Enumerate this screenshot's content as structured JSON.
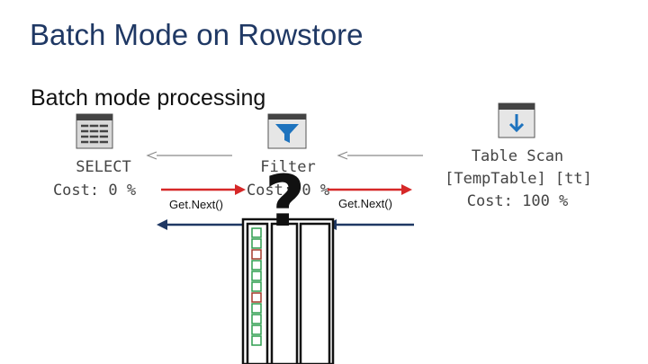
{
  "slide": {
    "title": "Batch Mode on Rowstore",
    "subtitle": "Batch mode processing"
  },
  "operators": {
    "select": {
      "name": "SELECT",
      "cost": "Cost: 0 %",
      "icon": "table-grid-icon"
    },
    "filter": {
      "name": "Filter",
      "cost": "Cost: 0 %",
      "icon": "funnel-icon"
    },
    "table_scan": {
      "name": "Table Scan",
      "object": "[TempTable] [tt]",
      "cost": "Cost: 100 %",
      "icon": "table-scan-icon"
    }
  },
  "calls": {
    "left": "Get.Next()",
    "right": "Get.Next()"
  },
  "mystery": {
    "symbol": "?"
  },
  "colors": {
    "title": "#1f3864",
    "call_arrow": "#d62828",
    "return_arrow": "#1f3864",
    "row_green": "#2e9e4f",
    "row_red": "#a33a2a"
  }
}
